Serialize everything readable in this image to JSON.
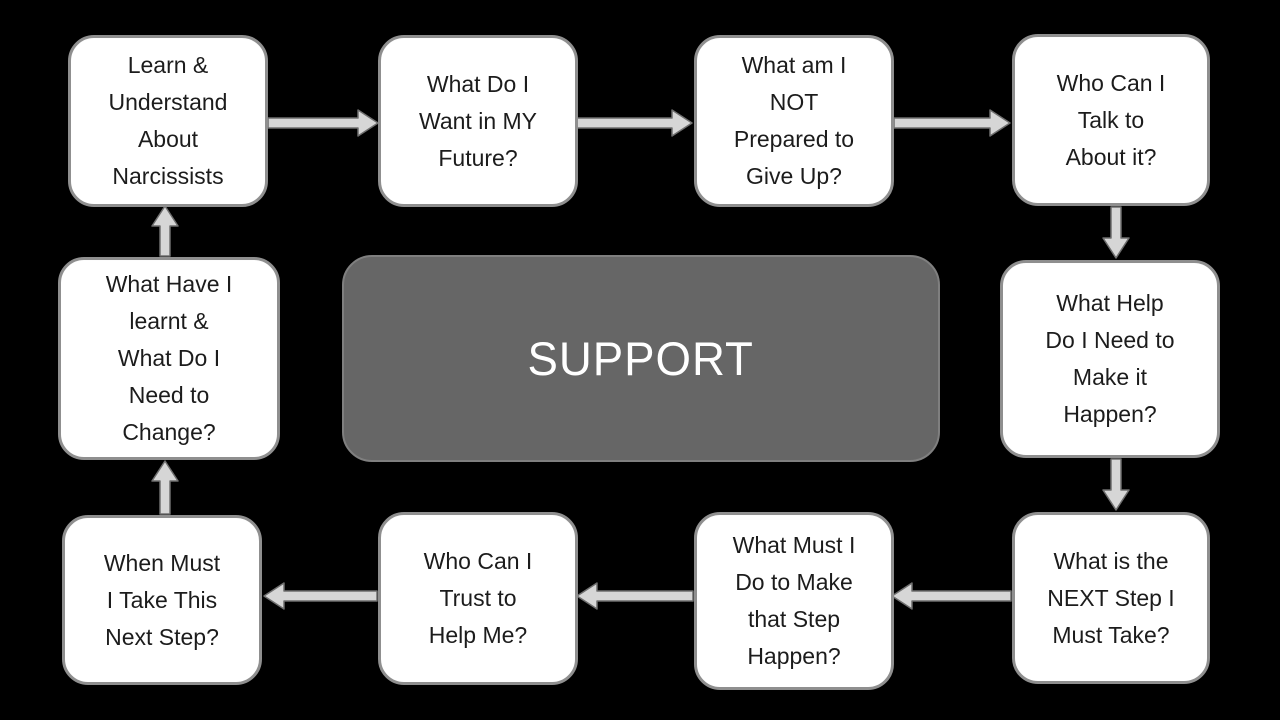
{
  "diagram": {
    "title": "Cycle of self-reflection questions around central support",
    "background_color": "#000000",
    "box_fill": "#ffffff",
    "box_border_color": "#8f8f8f",
    "box_text_color": "#1c1c1c",
    "arrow_fill": "#d6d6d6",
    "center_box": {
      "label": "SUPPORT",
      "fill": "#666666",
      "border_color": "#7f7f7f",
      "text_color": "#ffffff"
    },
    "boxes": [
      {
        "id": "learn-understand-about-narcissists",
        "text": "Learn &\nUnderstand\nAbout\nNarcissists"
      },
      {
        "id": "what-do-i-want-in-my-future",
        "text": "What Do I\nWant in MY\nFuture?"
      },
      {
        "id": "what-am-i-not-prepared-to-give-up",
        "text": "What am I\nNOT\nPrepared to\nGive Up?"
      },
      {
        "id": "who-can-i-talk-to-about-it",
        "text": "Who Can I\nTalk to\nAbout it?"
      },
      {
        "id": "what-help-do-i-need-to-make-it-happen",
        "text": "What Help\nDo I Need to\nMake it\nHappen?"
      },
      {
        "id": "what-is-the-next-step-i-must-take",
        "text": "What is the\nNEXT Step I\nMust Take?"
      },
      {
        "id": "what-must-i-do-to-make-that-step-happen",
        "text": "What Must I\nDo to Make\nthat Step\nHappen?"
      },
      {
        "id": "who-can-i-trust-to-help-me",
        "text": "Who Can I\nTrust to\nHelp Me?"
      },
      {
        "id": "when-must-i-take-this-next-step",
        "text": "When Must\nI Take This\nNext Step?"
      },
      {
        "id": "what-have-i-learnt-and-what-do-i-need-to-change",
        "text": "What Have I\nlearnt &\nWhat Do I\nNeed to\nChange?"
      }
    ],
    "arrows": [
      {
        "from": "learn-understand-about-narcissists",
        "to": "what-do-i-want-in-my-future",
        "direction": "right"
      },
      {
        "from": "what-do-i-want-in-my-future",
        "to": "what-am-i-not-prepared-to-give-up",
        "direction": "right"
      },
      {
        "from": "what-am-i-not-prepared-to-give-up",
        "to": "who-can-i-talk-to-about-it",
        "direction": "right"
      },
      {
        "from": "who-can-i-talk-to-about-it",
        "to": "what-help-do-i-need-to-make-it-happen",
        "direction": "down"
      },
      {
        "from": "what-help-do-i-need-to-make-it-happen",
        "to": "what-is-the-next-step-i-must-take",
        "direction": "down"
      },
      {
        "from": "what-is-the-next-step-i-must-take",
        "to": "what-must-i-do-to-make-that-step-happen",
        "direction": "left"
      },
      {
        "from": "what-must-i-do-to-make-that-step-happen",
        "to": "who-can-i-trust-to-help-me",
        "direction": "left"
      },
      {
        "from": "who-can-i-trust-to-help-me",
        "to": "when-must-i-take-this-next-step",
        "direction": "left"
      },
      {
        "from": "when-must-i-take-this-next-step",
        "to": "what-have-i-learnt-and-what-do-i-need-to-change",
        "direction": "up"
      },
      {
        "from": "what-have-i-learnt-and-what-do-i-need-to-change",
        "to": "learn-understand-about-narcissists",
        "direction": "up"
      }
    ]
  }
}
